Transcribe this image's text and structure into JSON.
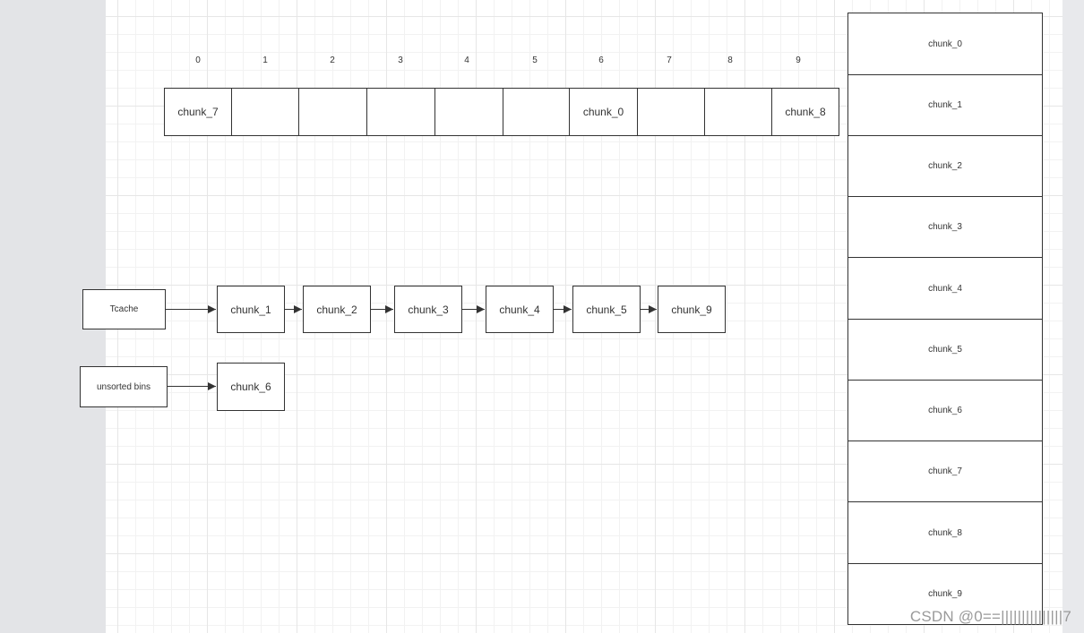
{
  "array": {
    "indices": [
      "0",
      "1",
      "2",
      "3",
      "4",
      "5",
      "6",
      "7",
      "8",
      "9"
    ],
    "cells": [
      "chunk_7",
      "",
      "",
      "",
      "",
      "",
      "chunk_0",
      "",
      "",
      "chunk_8"
    ]
  },
  "tcache": {
    "label": "Tcache",
    "chunks": [
      "chunk_1",
      "chunk_2",
      "chunk_3",
      "chunk_4",
      "chunk_5",
      "chunk_9"
    ]
  },
  "unsorted": {
    "label": "unsorted bins",
    "chunks": [
      "chunk_6"
    ]
  },
  "memory_stack": [
    "chunk_0",
    "chunk_1",
    "chunk_2",
    "chunk_3",
    "chunk_4",
    "chunk_5",
    "chunk_6",
    "chunk_7",
    "chunk_8",
    "chunk_9"
  ],
  "watermark": "CSDN @0==|||||||||||||||7",
  "colors": {
    "stroke": "#333333",
    "grid": "#e6e6e6",
    "canvas": "#ffffff",
    "backdrop": "#e3e4e7"
  }
}
